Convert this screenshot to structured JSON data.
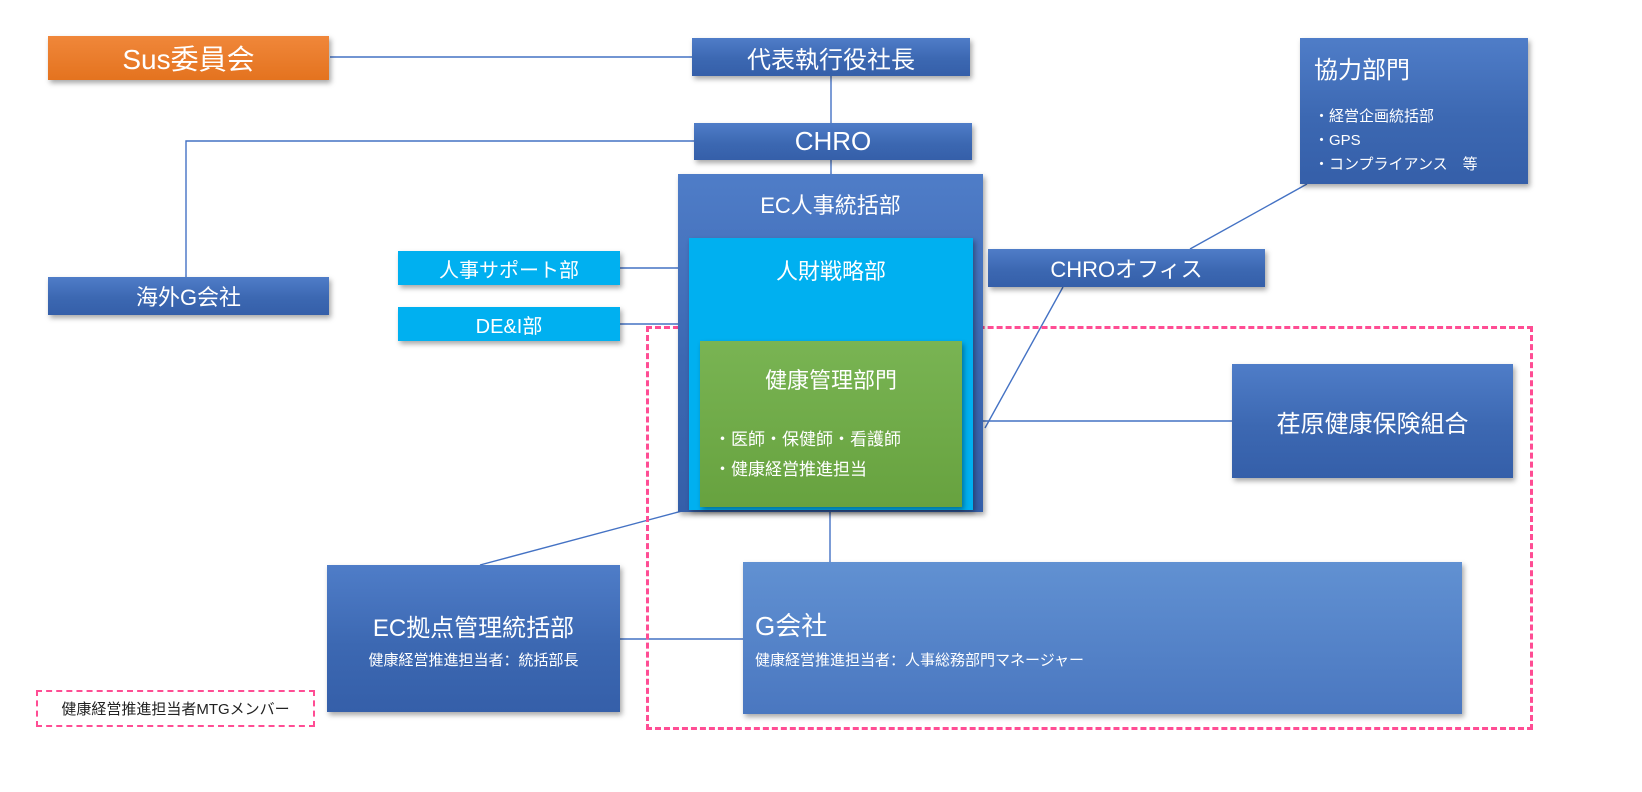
{
  "diagram": {
    "colors": {
      "blue": "#3C68B2",
      "blue_light": "#4A77C0",
      "orange": "#ED7D31",
      "cyan": "#00B0F0",
      "green": "#70AD47",
      "pink_dashed": "#FF4D94",
      "connector": "#4472C4",
      "text_on_fill": "#FFFFFF"
    },
    "nodes": {
      "sus_committee": {
        "label": "Sus委員会"
      },
      "president": {
        "label": "代表執行役社長"
      },
      "chro": {
        "label": "CHRO"
      },
      "cooperating_depts": {
        "title": "協力部門",
        "items": [
          "・経営企画統括部",
          "・GPS",
          "・コンプライアンス　等"
        ]
      },
      "ec_hr_division": {
        "label": "EC人事統括部"
      },
      "hr_strategy_dept": {
        "label": "人財戦略部"
      },
      "health_mgmt_dept": {
        "title": "健康管理部門",
        "items": [
          "・医師・保健師・看護師",
          "・健康経営推進担当"
        ]
      },
      "hr_support_dept": {
        "label": "人事サポート部"
      },
      "dei_dept": {
        "label": "DE&I部"
      },
      "overseas_g_companies": {
        "label": "海外G会社"
      },
      "chro_office": {
        "label": "CHROオフィス"
      },
      "ebara_health_insurance": {
        "label": "荏原健康保険組合"
      },
      "ec_site_mgmt_division": {
        "title": "EC拠点管理統括部",
        "subtitle": "健康経営推進担当者：統括部長"
      },
      "g_companies": {
        "title": "G会社",
        "subtitle": "健康経営推進担当者：人事総務部門マネージャー"
      },
      "mtg_members_legend": {
        "label": "健康経営推進担当者MTGメンバー"
      }
    }
  }
}
